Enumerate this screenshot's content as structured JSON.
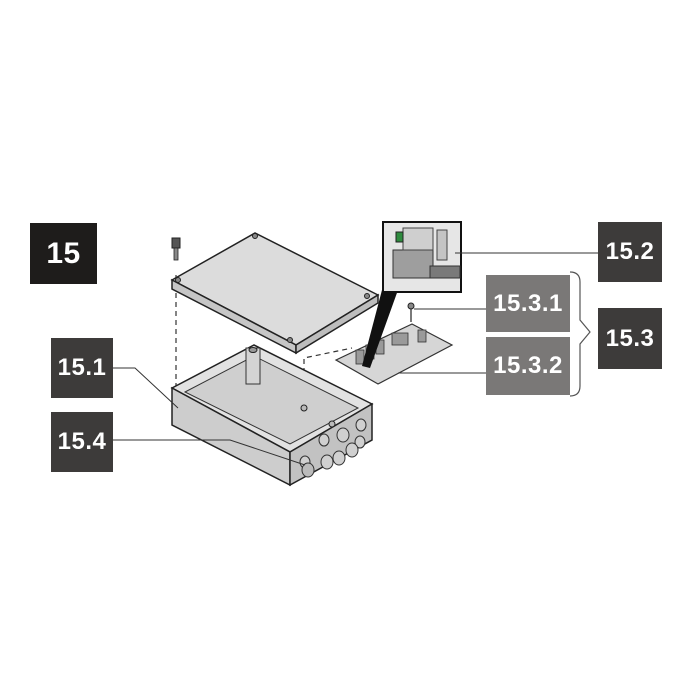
{
  "diagram": {
    "title_label": "15",
    "parts": [
      {
        "id": "15.1",
        "label": "15.1",
        "description": "enclosure-base"
      },
      {
        "id": "15.2",
        "label": "15.2",
        "description": "circuit-board-detail-inset"
      },
      {
        "id": "15.3",
        "label": "15.3",
        "description": "control-board-assembly"
      },
      {
        "id": "15.3.1",
        "label": "15.3.1",
        "description": "mounting-screw"
      },
      {
        "id": "15.3.2",
        "label": "15.3.2",
        "description": "control-board"
      },
      {
        "id": "15.4",
        "label": "15.4",
        "description": "cable-gland"
      }
    ],
    "colors": {
      "title_box": "#1e1c1b",
      "part_box": "#3d3b3a",
      "sub_part_box": "#7a7877",
      "housing_fill": "#d9d9d9",
      "outline": "#2b2b2b"
    }
  }
}
